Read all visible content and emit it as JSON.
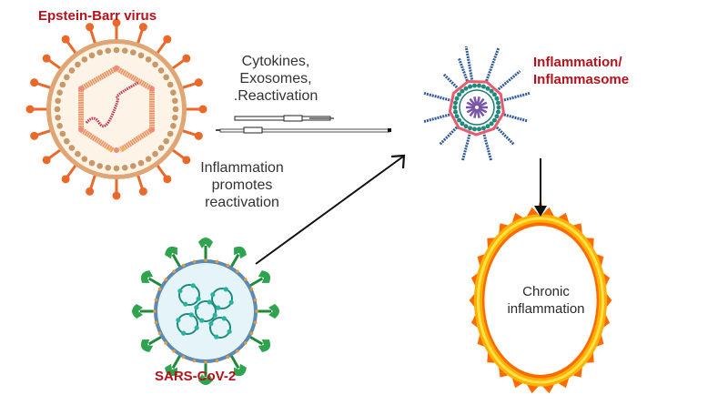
{
  "diagram": {
    "nodes": {
      "ebv": {
        "label": "Epstein-Barr virus",
        "color": "#b5121b"
      },
      "inflammasome": {
        "label_line1": "Inflammation/",
        "label_line2": "Inflammasome",
        "color": "#b5121b"
      },
      "sars": {
        "label": "SARS-CoV-2",
        "color": "#b5121b"
      },
      "chronic": {
        "label_line1": "Chronic",
        "label_line2": "inflammation"
      }
    },
    "edges": {
      "ebv_to_inflammasome": {
        "line1": "Cytokines,",
        "line2": "Exosomes,",
        "line3": ".Reactivation"
      },
      "inflammasome_to_ebv": {
        "line1": "Inflammation",
        "line2": "promotes",
        "line3": "reactivation"
      },
      "sars_to_inflammasome": {
        "label": ""
      },
      "inflammasome_to_chronic": {
        "label": ""
      }
    }
  }
}
